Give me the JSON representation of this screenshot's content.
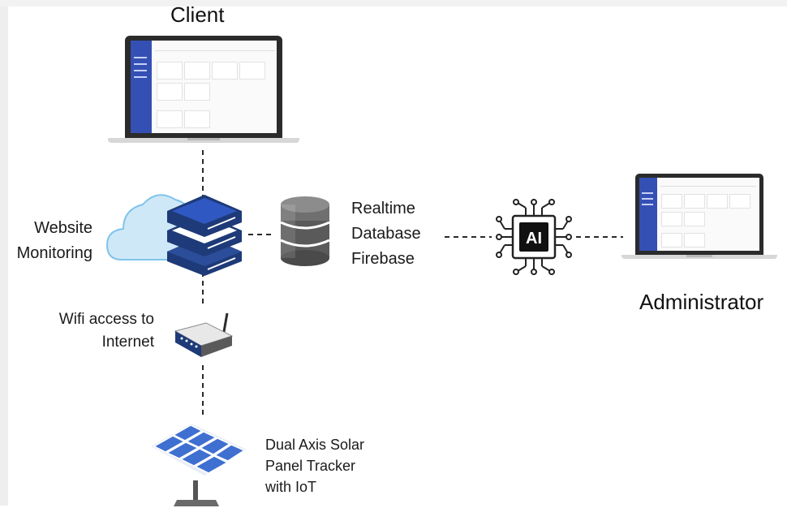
{
  "labels": {
    "client": "Client",
    "administrator": "Administrator",
    "website_monitoring": [
      "Website",
      "Monitoring"
    ],
    "wifi": [
      "Wifi access to",
      "Internet"
    ],
    "database": [
      "Realtime",
      "Database",
      "Firebase"
    ],
    "solar": [
      "Dual Axis Solar",
      "Panel Tracker",
      "with IoT"
    ],
    "ai_chip": "AI"
  },
  "icons": {
    "client_device": "laptop-icon",
    "admin_device": "laptop-icon",
    "cloud": "cloud-icon",
    "server": "server-icon",
    "database": "database-icon",
    "ai": "ai-chip-icon",
    "router": "wifi-router-icon",
    "solar": "solar-panel-icon"
  },
  "colors": {
    "server_navy": "#1e3a78",
    "cloud_blue": "#7fc3ea",
    "db_gray": "#5a5a5a",
    "sidebar_blue": "#3550b5"
  }
}
